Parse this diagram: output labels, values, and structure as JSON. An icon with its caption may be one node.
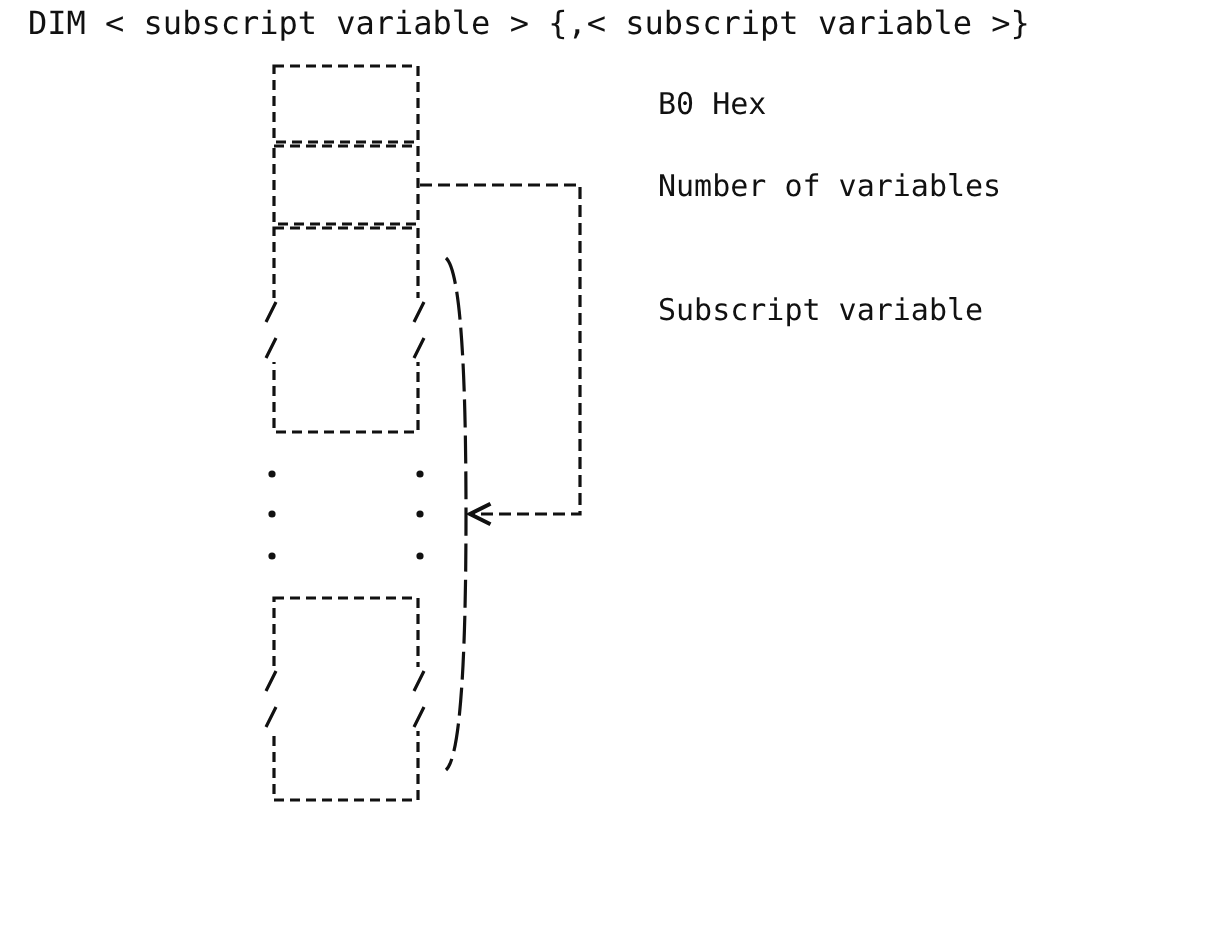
{
  "diagram": {
    "title": "DIM < subscript variable > {,< subscript variable >}",
    "nodes": [
      {
        "text": [],
        "shape": "box"
      },
      {
        "text": [],
        "shape": "box"
      },
      {
        "text": [],
        "shape": "box"
      },
      {
        "text": [],
        "shape": "box"
      },
      {
        "text": [],
        "shape": "bracket"
      }
    ],
    "edges": [
      {
        "from": 1,
        "to": 4,
        "arrow": "to"
      }
    ],
    "labels": [
      "B0 Hex",
      "Number of variables",
      "Subscript variable"
    ]
  }
}
